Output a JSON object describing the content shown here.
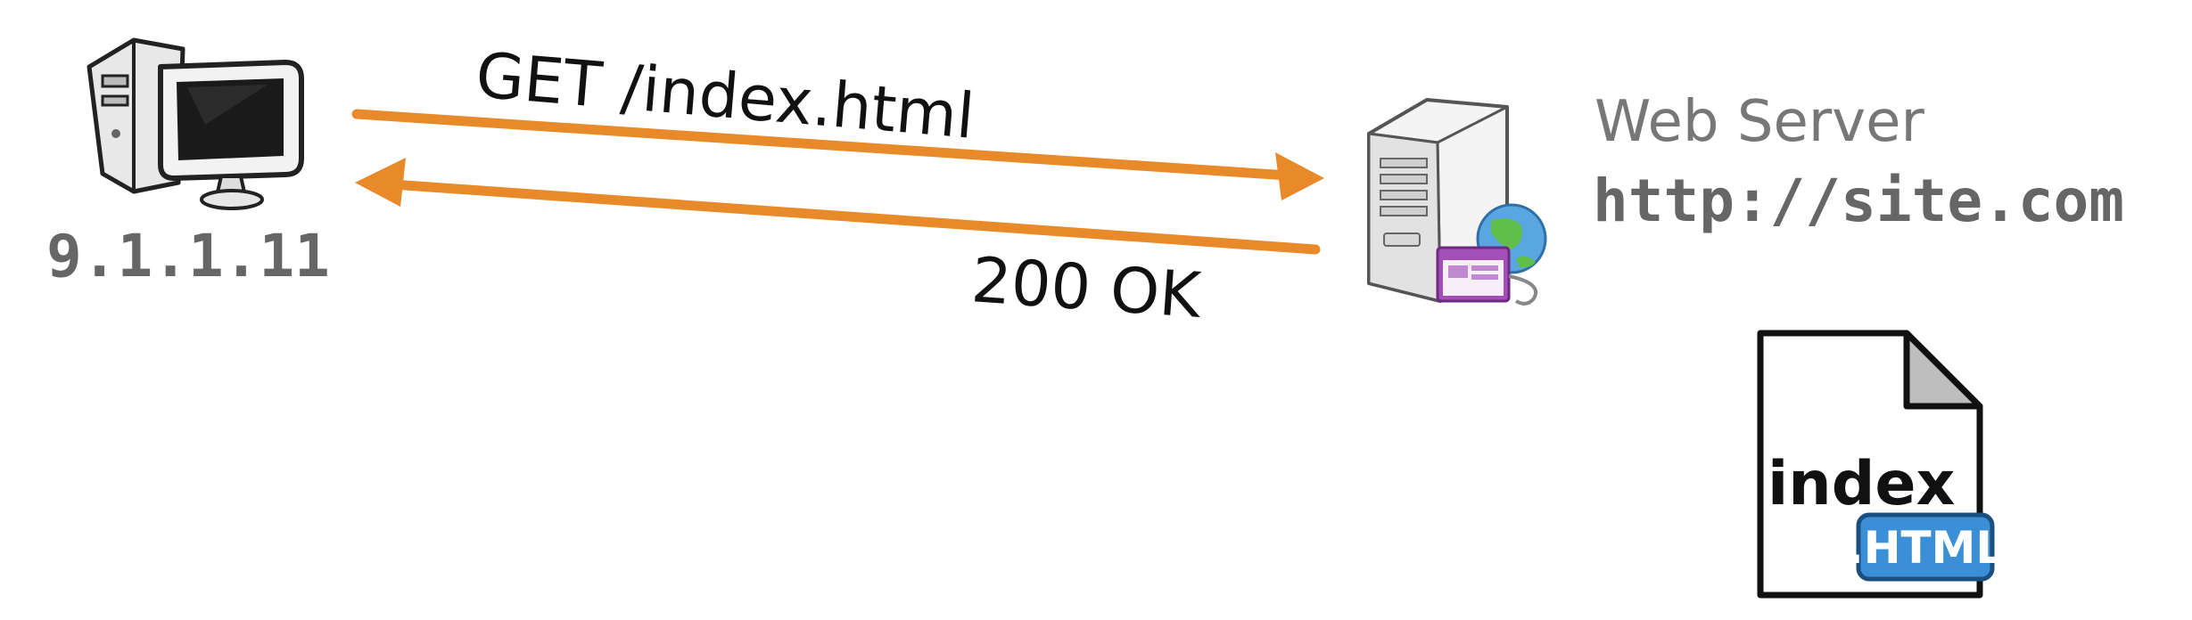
{
  "client": {
    "ip": "9.1.1.11",
    "icon": "desktop-computer-icon"
  },
  "request": {
    "label": "GET /index.html"
  },
  "response": {
    "label": "200 OK"
  },
  "server": {
    "title": "Web Server",
    "url": "http://site.com",
    "icon": "web-server-icon"
  },
  "file": {
    "name": "index",
    "extension": ".HTML",
    "icon": "html-file-icon"
  },
  "colors": {
    "arrow": "#E8892A",
    "ip_text": "#666666",
    "server_text": "#777777",
    "label_text": "#111111",
    "file_badge": "#3A8FD6"
  }
}
